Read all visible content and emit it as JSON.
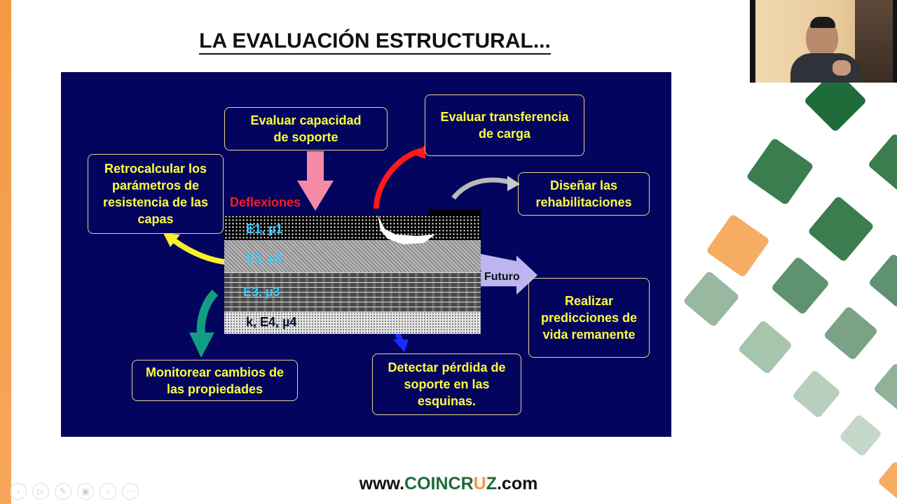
{
  "slide": {
    "title": "LA EVALUACIÓN ESTRUCTURAL...",
    "boxes": {
      "capacidad": "Evaluar capacidad de soporte",
      "transferencia": "Evaluar transferencia de carga",
      "retrocalcular": "Retrocalcular los parámetros de resistencia de las capas",
      "rehabilitaciones": "Diseñar las rehabilitaciones",
      "predicciones": "Realizar predicciones de vida remanente",
      "monitorear": "Monitorear cambios de las propiedades",
      "esquinas": "Detectar pérdida de soporte en las esquinas."
    },
    "deflexiones": "Deflexiones",
    "futuro": "Futuro",
    "layers": [
      "E1, µ1",
      "E2, µ2",
      "E3, µ3",
      "k, E4, µ4"
    ]
  },
  "footer": {
    "url_prefix": "www.",
    "brand_a": "CO",
    "brand_b": "IN",
    "brand_c": "CR",
    "brand_d": "U",
    "brand_e": "Z",
    "url_suffix": ".com"
  },
  "toolbar": {
    "buttons": [
      "prev",
      "play",
      "pen",
      "slides",
      "zoom",
      "more"
    ]
  },
  "colors": {
    "panel": "#03045e",
    "box_text": "#ffff3a",
    "accent_orange": "#f39a43",
    "accent_green": "#1f6b3a"
  }
}
